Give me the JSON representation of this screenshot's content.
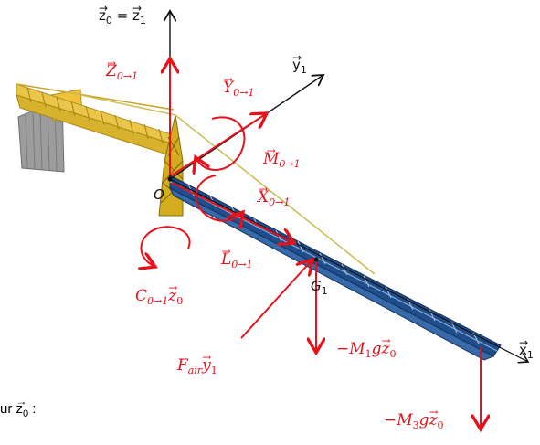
{
  "colors": {
    "force": "#e8101a",
    "axis": "#111111",
    "boom_blue": "#1f4e8c",
    "boom_yellow": "#d9b21a",
    "frame": "#8f8f8f"
  },
  "axes": {
    "z": {
      "name": "z",
      "index_left": "0",
      "eq": " = ",
      "name2": "z",
      "index_right": "1"
    },
    "y1": {
      "name": "y",
      "index": "1"
    },
    "x1": {
      "name": "x",
      "index": "1"
    },
    "origin": "O",
    "g1": {
      "name": "G",
      "index": "1"
    }
  },
  "forces": {
    "Z01": {
      "letter": "Z",
      "sub": "0→1"
    },
    "Y01": {
      "letter": "Y",
      "sub": "0→1"
    },
    "M01": {
      "letter": "M",
      "sub": "0→1"
    },
    "X01": {
      "letter": "X",
      "sub": "0→1"
    },
    "L01": {
      "letter": "L",
      "sub": "0→1"
    },
    "C01": {
      "letter": "C",
      "sub": "0→1",
      "vec": "z",
      "vec_sub": "0"
    },
    "Fair": {
      "letter": "F",
      "sub": "air",
      "vec": "y",
      "vec_sub": "1"
    },
    "M1g": {
      "prefix": "−M",
      "sub": "1",
      "mid": "g",
      "vec": "z",
      "vec_sub": "0"
    },
    "M3g": {
      "prefix": "−M",
      "sub": "3",
      "mid": "g",
      "vec": "z",
      "vec_sub": "0"
    }
  },
  "caption": {
    "text": "ur ",
    "vec": "z",
    "sub": "0",
    "tail": " :"
  }
}
